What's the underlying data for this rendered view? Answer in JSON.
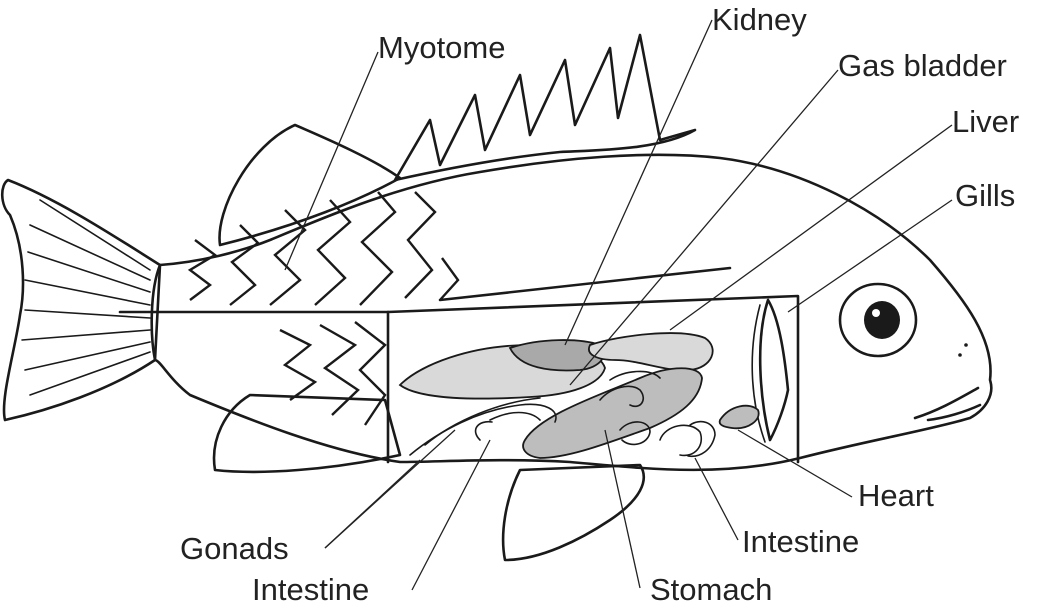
{
  "labels": {
    "myotome": "Myotome",
    "kidney": "Kidney",
    "gas_bladder": "Gas bladder",
    "liver": "Liver",
    "gills": "Gills",
    "heart": "Heart",
    "intestine_right": "Intestine",
    "gonads": "Gonads",
    "intestine_left": "Intestine",
    "stomach": "Stomach"
  },
  "colors": {
    "ink": "#1a1a1a",
    "organ_light": "#d9d9d9",
    "organ_mid": "#bdbdbd",
    "kidney_fill": "#a9a9a9",
    "background": "#ffffff"
  }
}
